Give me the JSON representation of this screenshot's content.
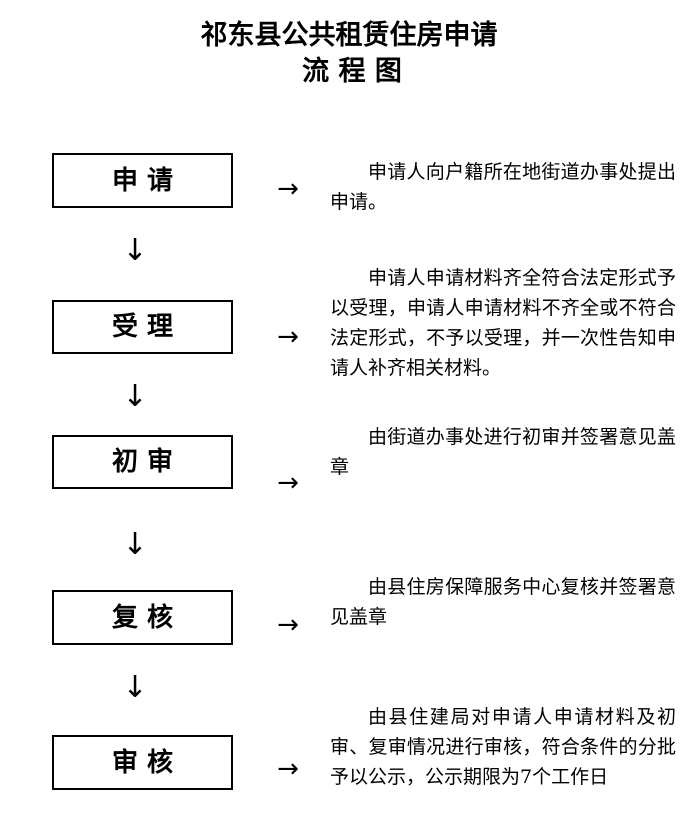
{
  "document": {
    "title_line1": "祁东县公共租赁住房申请",
    "title_line2": "流 程 图"
  },
  "flow": {
    "steps": [
      {
        "id": "apply",
        "box_label": "申 请",
        "arrow_right": "→",
        "arrow_down": "↓",
        "description": "申请人向户籍所在地街道办事处提出申请。"
      },
      {
        "id": "accept",
        "box_label": "受 理",
        "arrow_right": "→",
        "arrow_down": "↓",
        "description": "申请人申请材料齐全符合法定形式予以受理，申请人申请材料不齐全或不符合法定形式，不予以受理，并一次性告知申请人补齐相关材料。"
      },
      {
        "id": "first-review",
        "box_label": "初 审",
        "arrow_right": "→",
        "arrow_down": "↓",
        "description": "由街道办事处进行初审并签署意见盖章"
      },
      {
        "id": "recheck",
        "box_label": "复 核",
        "arrow_right": "→",
        "arrow_down": "↓",
        "description": "由县住房保障服务中心复核并签署意见盖章"
      },
      {
        "id": "audit",
        "box_label": "审 核",
        "arrow_right": "→",
        "arrow_down": "",
        "description": "由县住建局对申请人申请材料及初审、复审情况进行审核，符合条件的分批予以公示，公示期限为7个工作日"
      }
    ]
  },
  "colors": {
    "background": "#ffffff",
    "ink": "#000000",
    "box_border": "#000000"
  }
}
